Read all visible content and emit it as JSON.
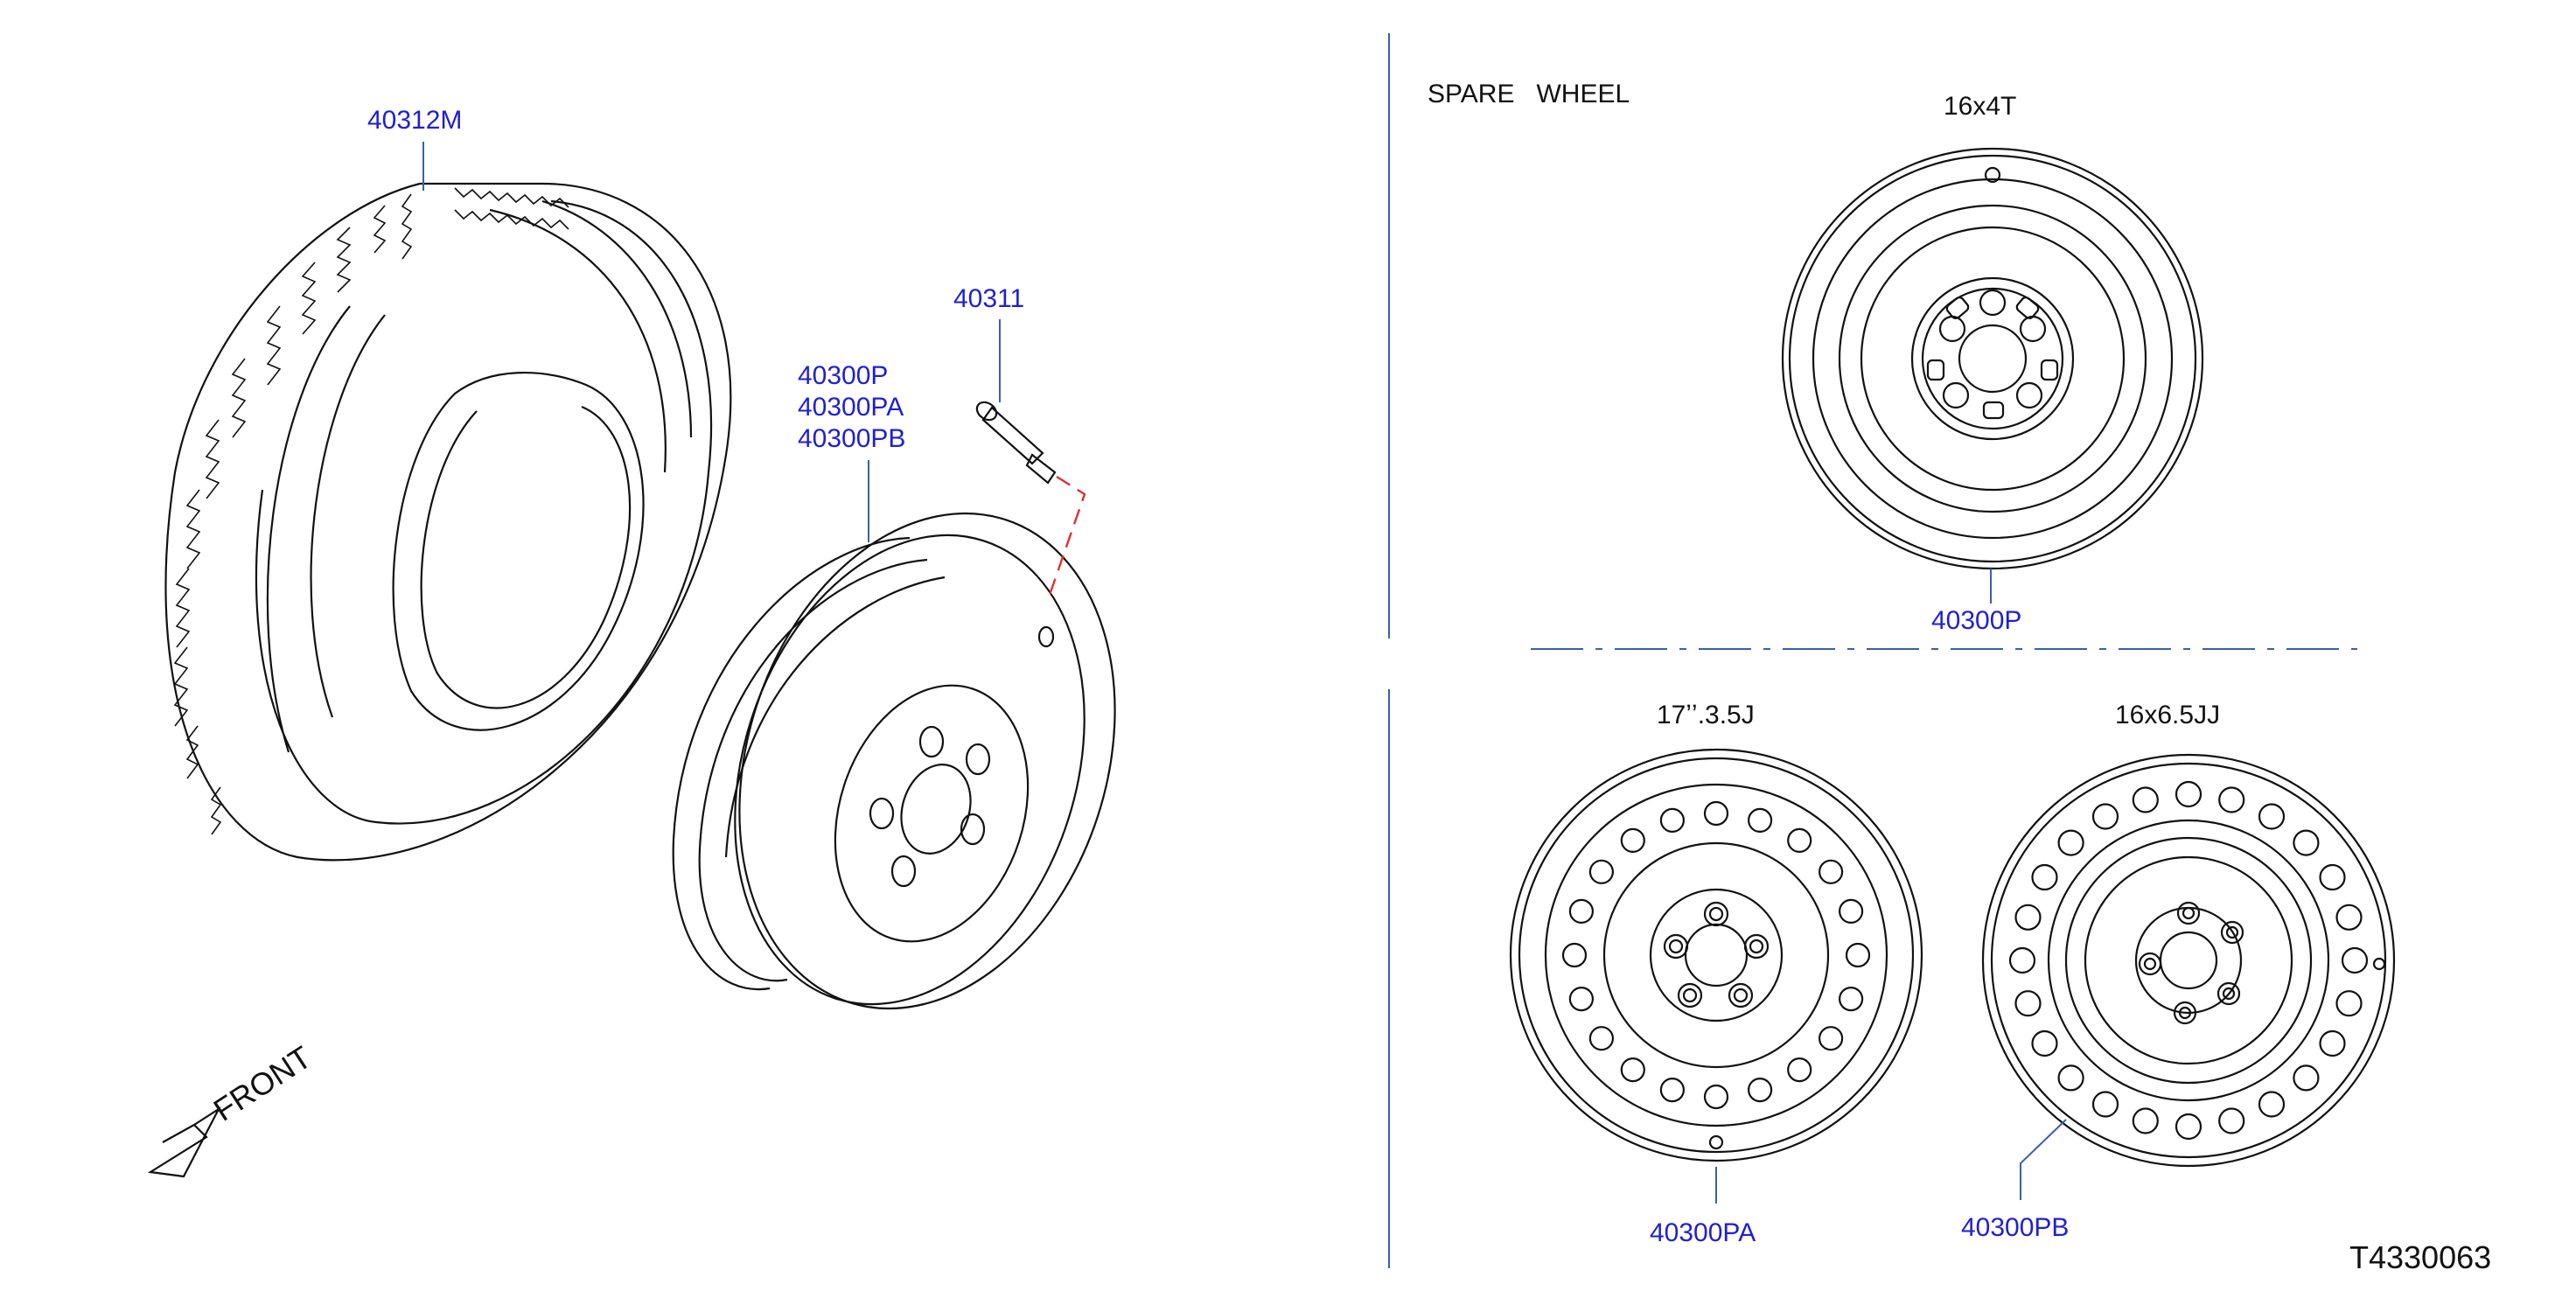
{
  "labels": {
    "tire": "40312M",
    "valve": "40311",
    "wheel_main": [
      "40300P",
      "40300PA",
      "40300PB"
    ],
    "spare_section": "SPARE   WHEEL",
    "spare_size": "16x4T",
    "spare_part": "40300P",
    "wheel_a_size": "17ʼʼ.3.5J",
    "wheel_a_part": "40300PA",
    "wheel_b_size": "16x6.5JJ",
    "wheel_b_part": "40300PB",
    "front": "FRONT",
    "diagram_code": "T4330063"
  },
  "colors": {
    "line": "#111111",
    "label": "#1f1fd4",
    "leader": "#3a5fae",
    "valve_dash": "#e03030"
  },
  "icons": [
    "front-arrow-icon",
    "valve-icon"
  ]
}
